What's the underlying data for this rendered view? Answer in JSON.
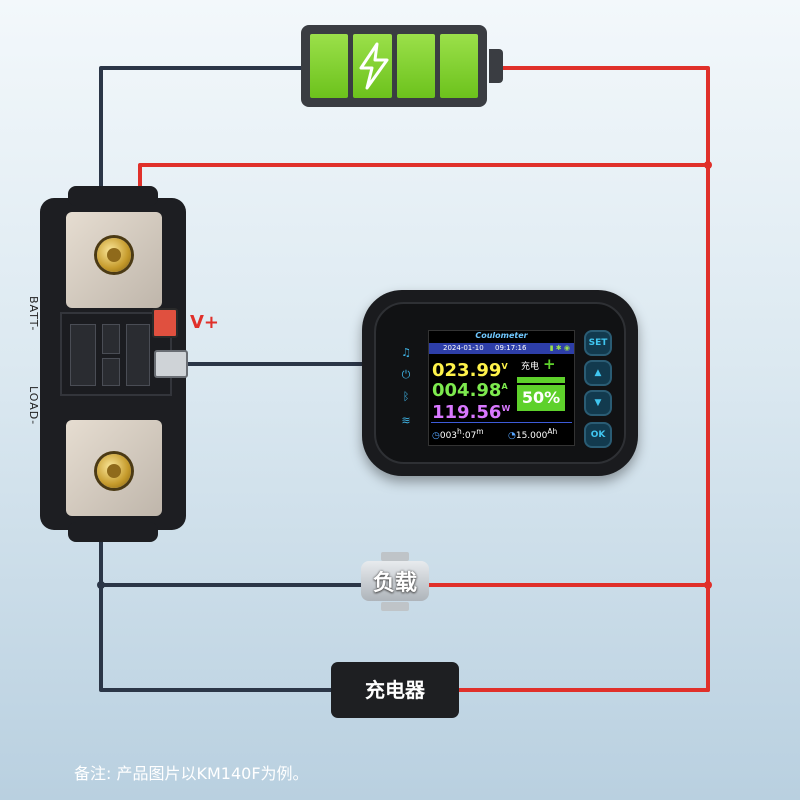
{
  "labels": {
    "batt_minus": "BATT-",
    "load_minus": "LOAD-",
    "v_plus": "V+",
    "load": "负载",
    "charger": "充电器",
    "note": "备注: 产品图片以KM140F为例。"
  },
  "meter": {
    "brand": "Coulometer",
    "date": "2024-01-10",
    "time": "09:17:16",
    "voltage": "023.99",
    "voltage_unit": "V",
    "current": "004.98",
    "current_unit": "A",
    "power": "119.56",
    "power_unit": "W",
    "status": "充电",
    "status_symbol": "+",
    "battery_percent": "50%",
    "runtime": "003",
    "runtime_h": "h",
    "runtime_min": ":07",
    "runtime_m": "m",
    "capacity": "15.000",
    "capacity_unit": "Ah",
    "buttons": {
      "set": "SET",
      "ok": "OK"
    }
  },
  "colors": {
    "positive_wire": "#e0302a",
    "negative_wire": "#2b3647",
    "battery_fill": "#7dcc2c"
  },
  "icons": {
    "battery": "battery-icon",
    "lightning": "lightning-bolt-icon",
    "up": "up-arrow-icon",
    "down": "down-arrow-icon"
  }
}
